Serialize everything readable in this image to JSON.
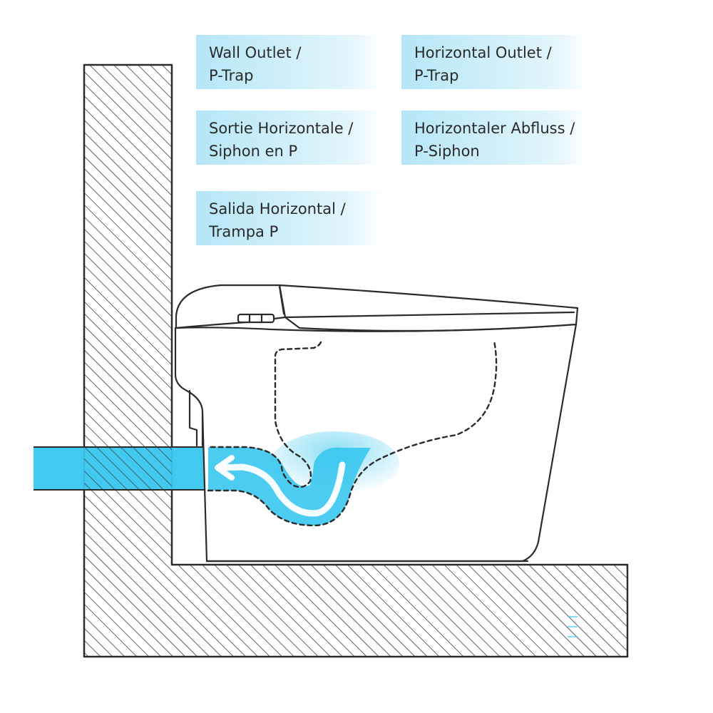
{
  "labels": [
    {
      "line1": "Wall Outlet /",
      "line2": "P-Trap"
    },
    {
      "line1": "Horizontal Outlet /",
      "line2": "P-Trap"
    },
    {
      "line1": "Sortie Horizontale /",
      "line2": "Siphon en P"
    },
    {
      "line1": "Horizontaler Abfluss /",
      "line2": "P-Siphon"
    },
    {
      "line1": "Salida Horizontal /",
      "line2": "Trampa P"
    }
  ],
  "colors": {
    "label_box_start": "#b5e6f7",
    "label_box_end": "#ffffff",
    "pipe_blue": "#38c6ee",
    "flow_arrow": "#ffffff",
    "outline": "#2b2b2b",
    "hatch": "#3a3a3a"
  },
  "icons": {
    "wall": "hatched-wall",
    "floor": "hatched-floor",
    "toilet": "toilet-side-view",
    "drain": "p-trap-pipe",
    "flow": "flow-arrow-icon"
  }
}
